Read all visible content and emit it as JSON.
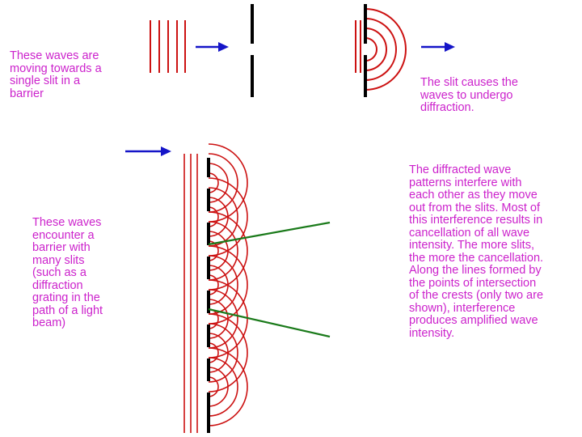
{
  "colors": {
    "wave": "#cc1111",
    "barrier": "#000000",
    "arrow": "#1515c8",
    "line": "#1a7a1a",
    "text": "#cc22cc"
  },
  "annotations": {
    "top_left": "These waves are\nmoving towards a\nsingle slit in a\nbarrier",
    "top_right": "The slit causes the\nwaves to undergo\ndiffraction.",
    "middle_left": "These waves\nencounter a\nbarrier with\nmany slits\n(such as a\ndiffraction\ngrating in the\npath of a light\nbeam)",
    "middle_right": "The diffracted wave\npatterns interfere with\neach other as they move\nout from the slits.  Most of\nthis interference results in\ncancellation of all wave\nintensity.  The more slits,\nthe more the cancellation.\nAlong the lines formed by\nthe points of intersection\nof the crests (only two are\nshown), interference\nproduces amplified wave\nintensity."
  }
}
